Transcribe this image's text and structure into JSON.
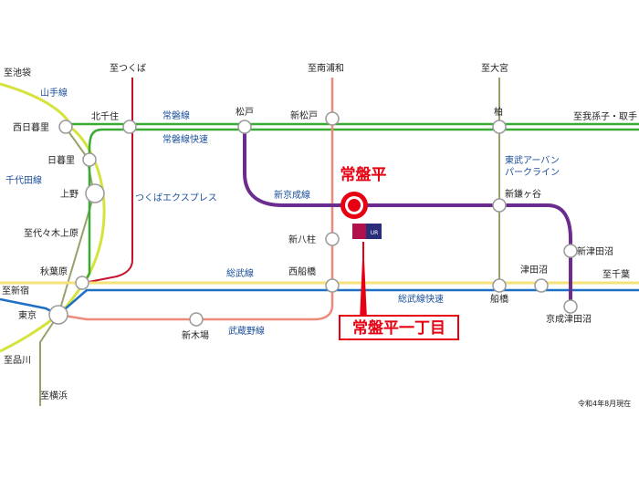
{
  "map": {
    "highlight_station": "常盤平",
    "destination_label": "常盤平一丁目",
    "note": "令和4年8月現在",
    "ur_logo_text": "UR",
    "directions": {
      "ikebukuro": "至池袋",
      "tsukuba": "至つくば",
      "minamiurawa": "至南浦和",
      "omiya": "至大宮",
      "abiko": "至我孫子・取手",
      "shinjuku": "至新宿",
      "chiba": "至千葉",
      "shinagawa": "至品川",
      "yokohama": "至横浜"
    },
    "stations": {
      "nishinippori": "西日暮里",
      "kitasenju": "北千住",
      "matsudo": "松戸",
      "shinmatsudo": "新松戸",
      "kashiwa": "柏",
      "nippori": "日暮里",
      "ueno": "上野",
      "shinkamagaya": "新鎌ヶ谷",
      "shinyahashira": "新八柱",
      "shintsudanuma": "新津田沼",
      "akihabara": "秋葉原",
      "nishifunabashi": "西船橋",
      "tsudanuma": "津田沼",
      "funabashi": "船橋",
      "tokyo": "東京",
      "keiseitsudanuma": "京成津田沼",
      "shinkiba": "新木場",
      "yoyogiuehara": "至代々木上原"
    },
    "lines": {
      "yamanote": "山手線",
      "joban": "常磐線",
      "joban_rapid": "常磐線快速",
      "chiyoda": "千代田線",
      "tobu_urban": "東武アーバン",
      "tobu_urban2": "パークライン",
      "shinkeisei": "新京成線",
      "tsukuba_exp": "つくばエクスプレス",
      "sobu": "総武線",
      "sobu_rapid": "総武線快速",
      "musashino": "武蔵野線"
    },
    "colors": {
      "yamanote": "#d6e33c",
      "joban": "#3aaa35",
      "sobu": "#f6e27a",
      "sobu_rapid": "#1f6fc4",
      "musashino": "#ee8a7a",
      "shinkeisei": "#6b2c8f",
      "tsukuba": "#c8102e",
      "chiyoda_tobu": "#9aa06a",
      "highlight": "#e60012",
      "text_blue": "#1a4f9c"
    }
  }
}
